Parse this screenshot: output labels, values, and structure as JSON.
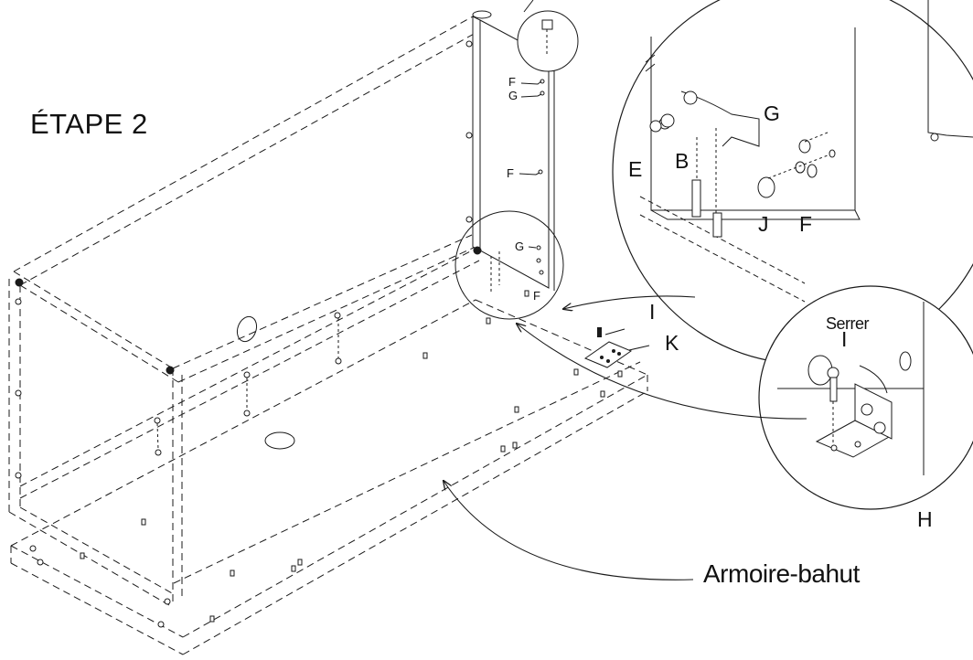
{
  "step": {
    "title": "ÉTAPE 2"
  },
  "product": {
    "label": "Armoire-bahut"
  },
  "detail_top": {
    "callouts": {
      "g": "G",
      "e": "E",
      "b": "B",
      "j": "J",
      "f": "F"
    }
  },
  "detail_bottom": {
    "instruction": "Serrer",
    "callouts": {
      "i": "I",
      "h": "H"
    }
  },
  "main": {
    "callouts": {
      "f_upper": "F",
      "g_upper": "G",
      "f_middle": "F",
      "g_lower": "G",
      "f_lower": "F",
      "i": "I",
      "k": "K"
    }
  },
  "colors": {
    "line": "#1a1a1a",
    "fill": "#ffffff"
  }
}
